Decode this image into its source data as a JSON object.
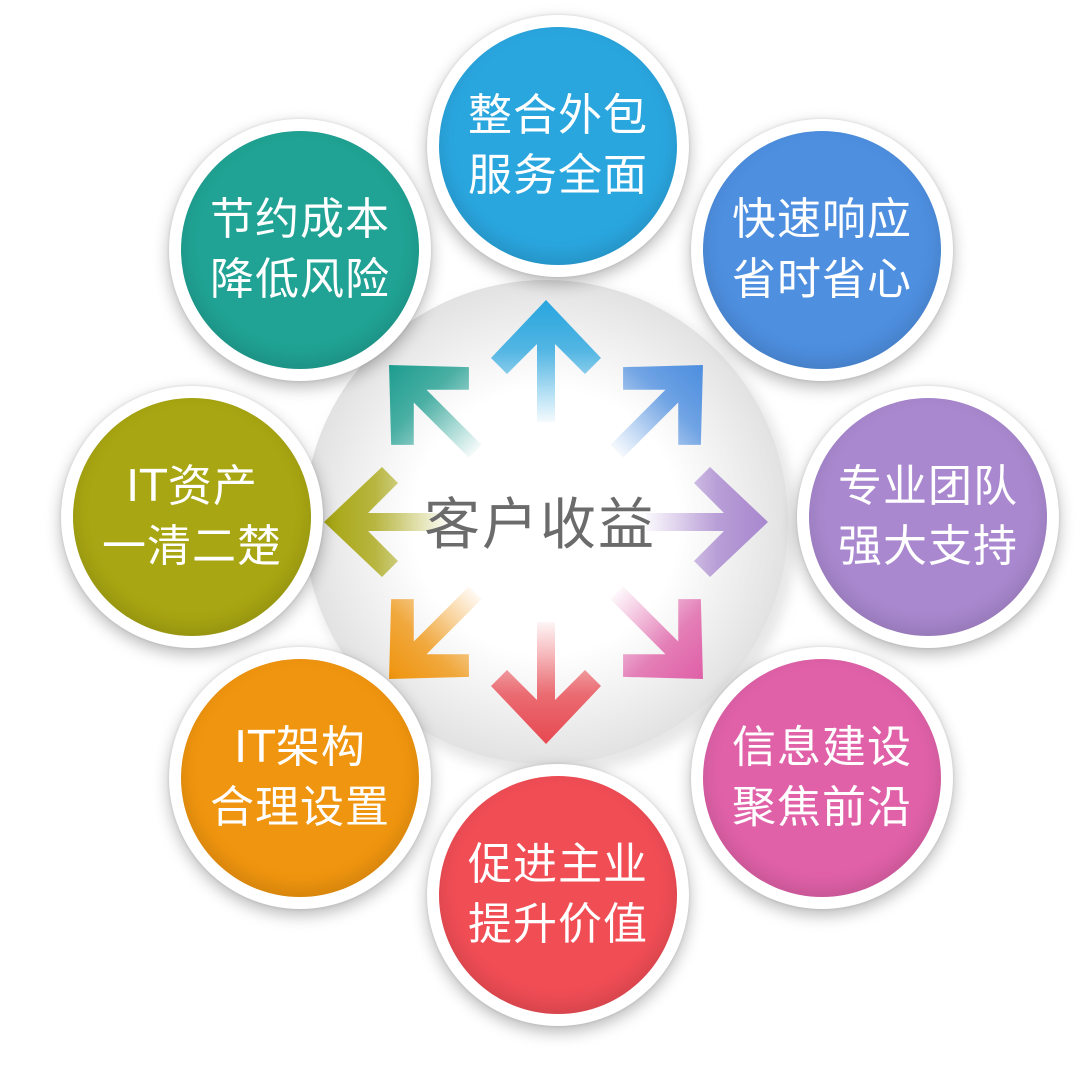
{
  "center": {
    "label": "客户收益"
  },
  "nodes": [
    {
      "line1": "整合外包",
      "line2": "服务全面",
      "color": "#2aa6df",
      "arrow_color": "#2aa6df"
    },
    {
      "line1": "快速响应",
      "line2": "省时省心",
      "color": "#4e8fe0",
      "arrow_color": "#4e8fe0"
    },
    {
      "line1": "专业团队",
      "line2": "强大支持",
      "color": "#a988cf",
      "arrow_color": "#a988cf"
    },
    {
      "line1": "信息建设",
      "line2": "聚焦前沿",
      "color": "#e061a8",
      "arrow_color": "#e061a8"
    },
    {
      "line1": "促进主业",
      "line2": "提升价值",
      "color": "#f04d55",
      "arrow_color": "#e84a52"
    },
    {
      "line1": "IT架构",
      "line2": "合理设置",
      "color": "#f0950f",
      "arrow_color": "#f0950f"
    },
    {
      "line1": "IT资产",
      "line2": "一清二楚",
      "color": "#a8a612",
      "arrow_color": "#a8a612"
    },
    {
      "line1": "节约成本",
      "line2": "降低风险",
      "color": "#20a394",
      "arrow_color": "#1f9e90"
    }
  ]
}
